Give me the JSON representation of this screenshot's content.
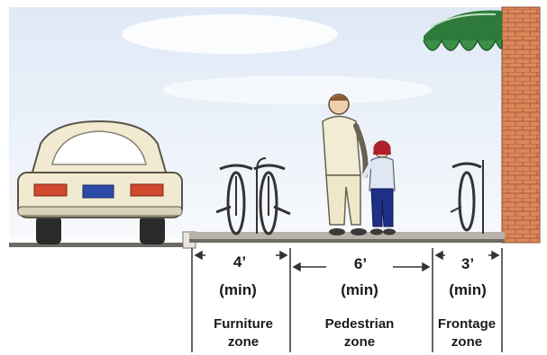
{
  "zones": [
    {
      "id": "furniture",
      "dimension": "4’",
      "qualifier": "(min)",
      "name_line1": "Furniture",
      "name_line2": "zone"
    },
    {
      "id": "pedestrian",
      "dimension": "6’",
      "qualifier": "(min)",
      "name_line1": "Pedestrian",
      "name_line2": "zone"
    },
    {
      "id": "frontage",
      "dimension": "3’",
      "qualifier": "(min)",
      "name_line1": "Frontage",
      "name_line2": "zone"
    }
  ],
  "colors": {
    "sky": "#eaf2fb",
    "sidewalk": "#b8b2a8",
    "brick": "#c8744a",
    "awning": "#2e7a3a",
    "car": "#f1ead0"
  }
}
